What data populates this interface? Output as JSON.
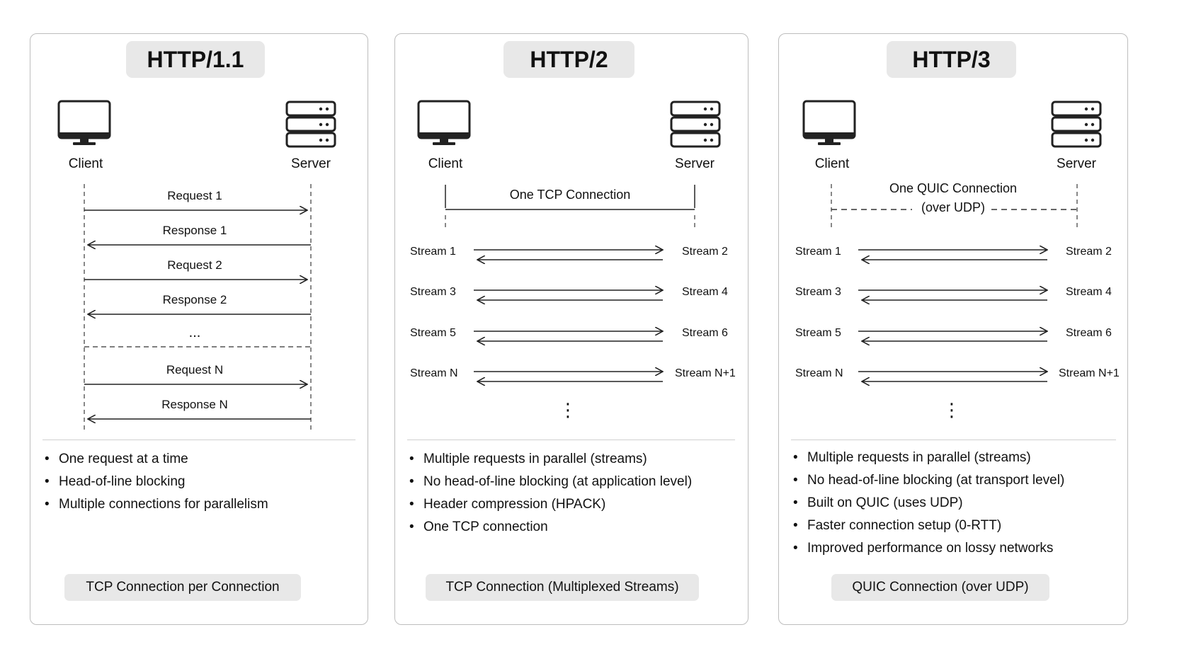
{
  "http11": {
    "title": "HTTP/1.1",
    "client_label": "Client",
    "server_label": "Server",
    "messages": [
      "Request 1",
      "Response 1",
      "Request 2",
      "Response 2"
    ],
    "ellipsis": "...",
    "messages_after": [
      "Request N",
      "Response N"
    ],
    "bullets": [
      "One request at a time",
      "Head-of-line blocking",
      "Multiple connections for parallelism"
    ],
    "footer": "TCP Connection per Connection"
  },
  "http2": {
    "title": "HTTP/2",
    "client_label": "Client",
    "server_label": "Server",
    "connection_label": "One TCP Connection",
    "streams": [
      {
        "left": "Stream 1",
        "right": "Stream 2"
      },
      {
        "left": "Stream 3",
        "right": "Stream 4"
      },
      {
        "left": "Stream 5",
        "right": "Stream 6"
      },
      {
        "left": "Stream N",
        "right": "Stream N+1"
      }
    ],
    "more": "⋮",
    "bullets": [
      "Multiple requests in parallel (streams)",
      "No head-of-line blocking (at application level)",
      "Header compression (HPACK)",
      "One TCP connection"
    ],
    "footer": "TCP Connection (Multiplexed Streams)"
  },
  "http3": {
    "title": "HTTP/3",
    "client_label": "Client",
    "server_label": "Server",
    "connection_label_line1": "One QUIC Connection",
    "connection_label_line2": "(over UDP)",
    "streams": [
      {
        "left": "Stream 1",
        "right": "Stream 2"
      },
      {
        "left": "Stream 3",
        "right": "Stream 4"
      },
      {
        "left": "Stream 5",
        "right": "Stream 6"
      },
      {
        "left": "Stream N",
        "right": "Stream N+1"
      }
    ],
    "more": "⋮",
    "bullets": [
      "Multiple requests in parallel (streams)",
      "No head-of-line blocking (at transport level)",
      "Built on QUIC (uses UDP)",
      "Faster connection setup (0-RTT)",
      "Improved performance on lossy networks"
    ],
    "footer": "QUIC Connection (over UDP)"
  },
  "icons": {
    "client": "monitor-icon",
    "server": "server-rack-icon"
  },
  "colors": {
    "pill": "#e8e8e8",
    "border": "#bdbdbd",
    "line": "#222222",
    "text": "#111111"
  }
}
